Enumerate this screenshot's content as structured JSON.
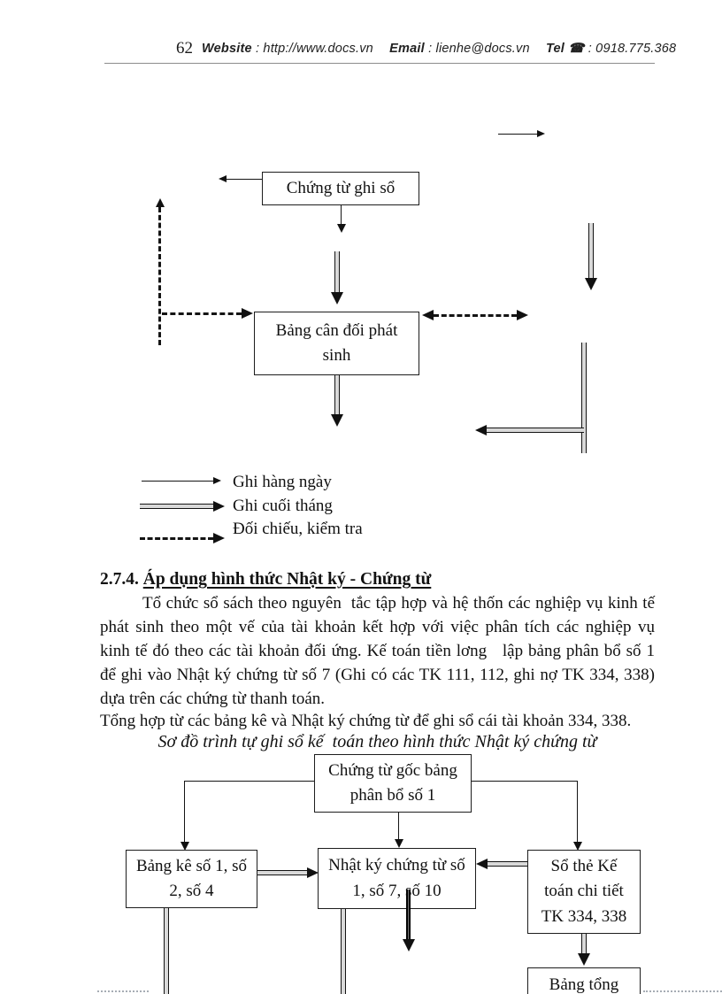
{
  "header": {
    "page_number": "62",
    "website_label": "Website",
    "website_value": ": http://www.docs.vn",
    "email_label": "Email",
    "email_value": ": lienhe@docs.vn",
    "tel_label": "Tel",
    "phone_icon": "☎",
    "tel_value": ": 0918.775.368"
  },
  "diagram1": {
    "box_chung_tu_ghi_so": "Chứng từ ghi sổ",
    "box_bang_can_doi": "Bảng cân đối phát\nsinh",
    "legend": [
      {
        "label": "Ghi hàng ngày",
        "line_style": "single-arrow"
      },
      {
        "label": "Ghi cuối tháng",
        "line_style": "double-arrow"
      },
      {
        "label": "Đối chiếu, kiểm tra",
        "line_style": "dashed-arrow"
      }
    ]
  },
  "section": {
    "number": "2.7.4.",
    "title": "Áp dụng hình thức Nhật ký - Chứng từ"
  },
  "body": {
    "lines": [
      "Tổ chức sổ sách theo nguyên  tắc tập hợp và hệ thốn các nghiệp vụ kinh tế",
      "phát sinh theo một vế của tài khoản kết hợp với việc phân tích các nghiệp vụ",
      "kinh tế đó theo các tài khoản đối ứng. Kế toán tiền lơng   lập bảng phân bổ số 1",
      "để ghi vào Nhật ký chứng từ số 7 (Ghi có các TK 111, 112, ghi nợ TK 334, 338)",
      "dựa trên các chứng từ thanh toán.",
      "Tổng hợp từ các bảng kê và Nhật ký chứng từ để ghi sổ cái tài khoản 334, 338."
    ]
  },
  "diagram2": {
    "caption": "Sơ đồ trình tự ghi sổ kế  toán theo hình thức Nhật ký chứng từ",
    "box_top": "Chứng từ gốc bảng\nphân bổ số 1",
    "box_left": "Bảng kê số 1, số\n2, số 4",
    "box_middle": "Nhật ký chứng từ số\n1, số 7, số 10",
    "box_right": "Sổ thẻ Kế\ntoán chi tiết\nTK 334, 338",
    "box_bottom": "Bảng tổng"
  },
  "colors": {
    "ink": "#111111",
    "double_line_fill": "#d9d9d9",
    "header_rule": "#8d8d8d"
  }
}
